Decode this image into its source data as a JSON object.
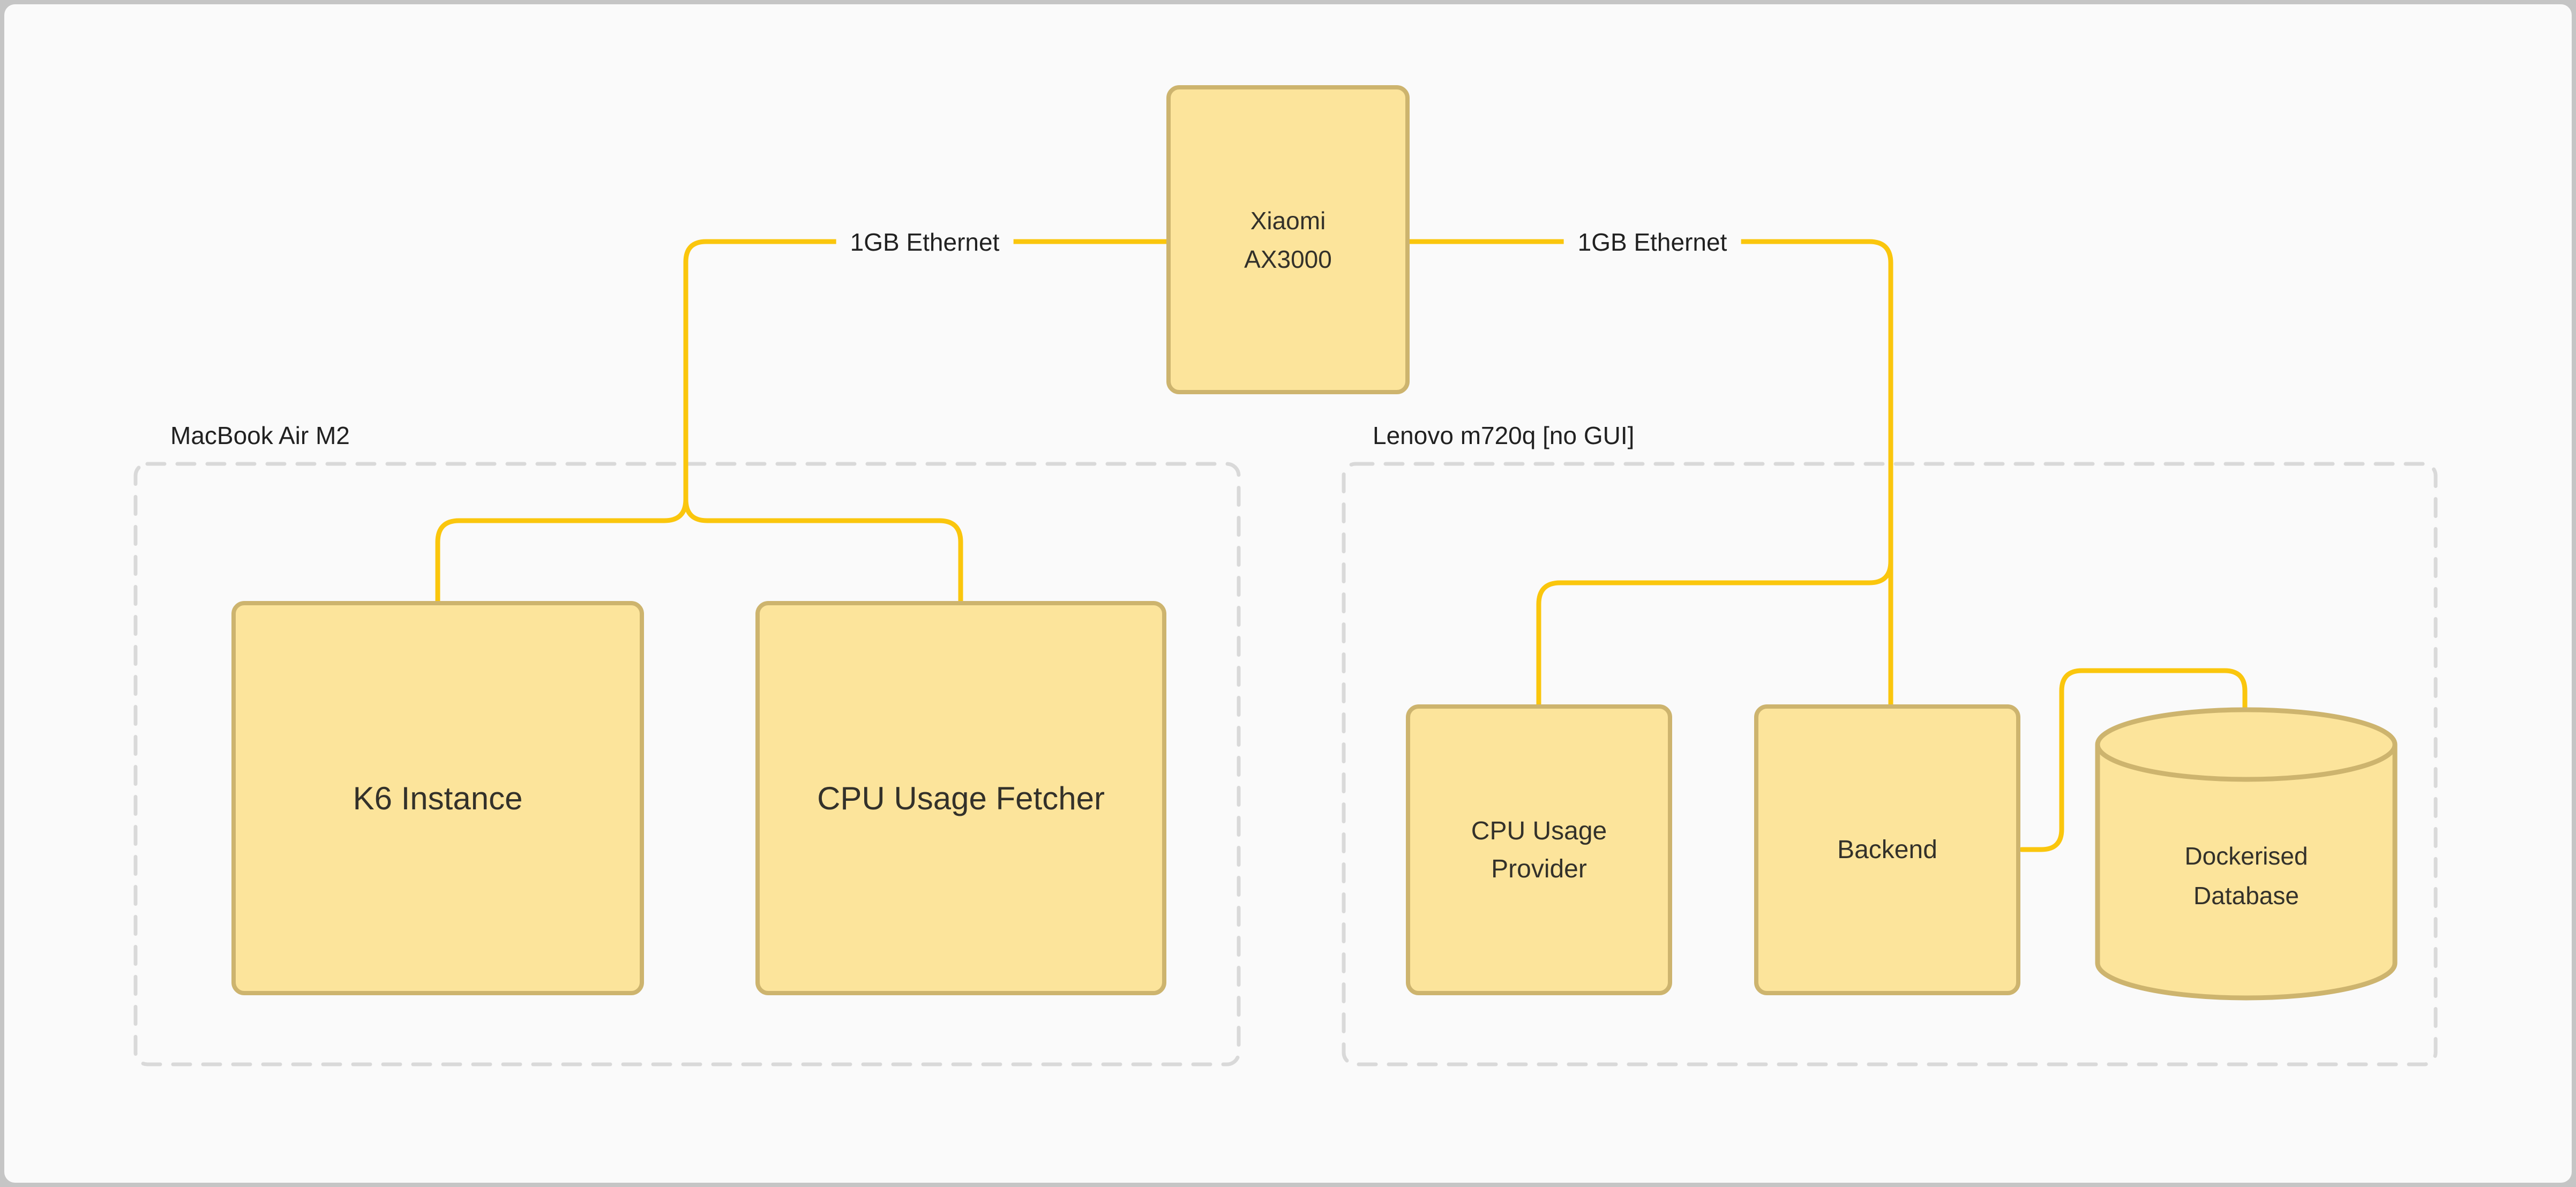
{
  "colors": {
    "canvas_bg": "#FAFAFA",
    "frame": "#C5C5C5",
    "shape_fill": "#FCE49B",
    "shape_stroke": "#CDB46E",
    "connector": "#FAC60D",
    "group_border": "#D9D9D9",
    "node_text": "#33312A",
    "label_text": "#212121"
  },
  "groups": {
    "macbook": {
      "label": "MacBook Air M2"
    },
    "lenovo": {
      "label": "Lenovo m720q [no GUI]"
    }
  },
  "nodes": {
    "router": {
      "label": "Xiaomi\nAX3000"
    },
    "k6": {
      "label": "K6 Instance"
    },
    "fetcher": {
      "label": "CPU Usage Fetcher"
    },
    "provider": {
      "label": "CPU Usage\nProvider"
    },
    "backend": {
      "label": "Backend"
    },
    "database": {
      "label": "Dockerised\nDatabase"
    }
  },
  "edges": {
    "left_ethernet": {
      "label": "1GB Ethernet"
    },
    "right_ethernet": {
      "label": "1GB Ethernet"
    }
  }
}
